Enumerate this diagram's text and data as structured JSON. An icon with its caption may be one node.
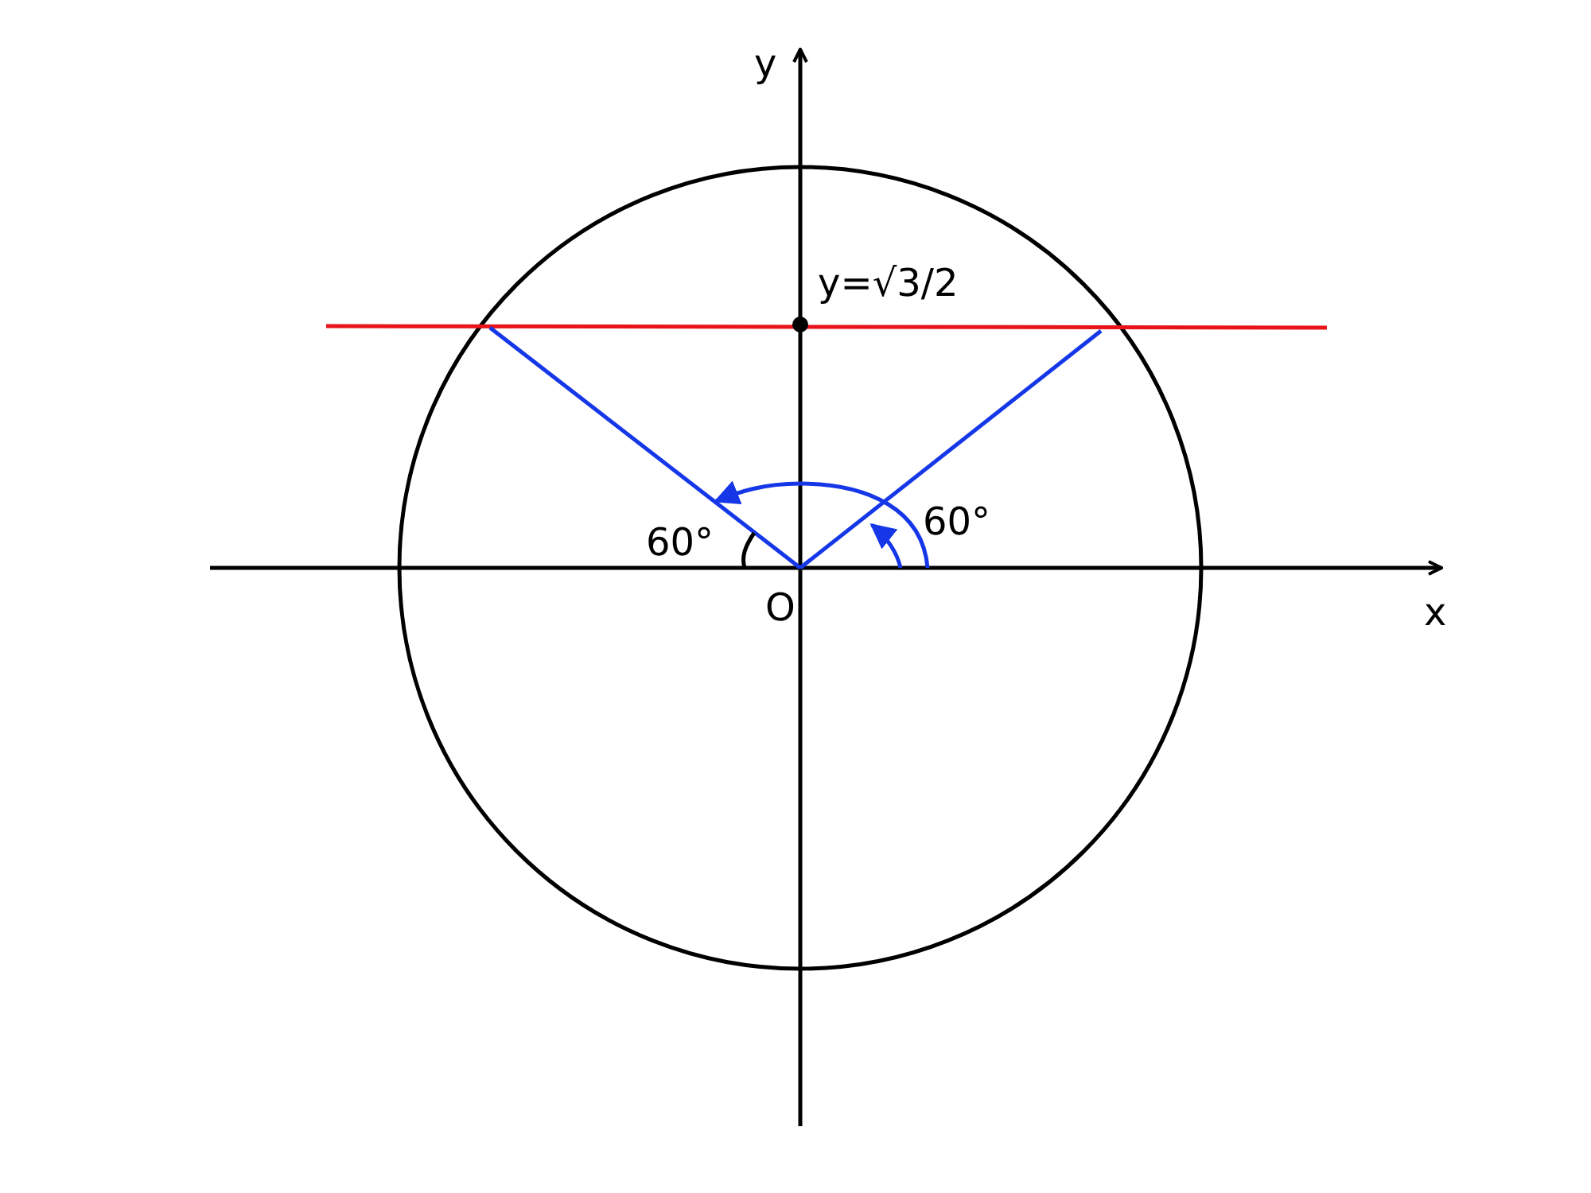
{
  "diagram": {
    "labels": [
      "y",
      "y=√3/2",
      "60°",
      "60°",
      "x",
      "O"
    ]
  }
}
